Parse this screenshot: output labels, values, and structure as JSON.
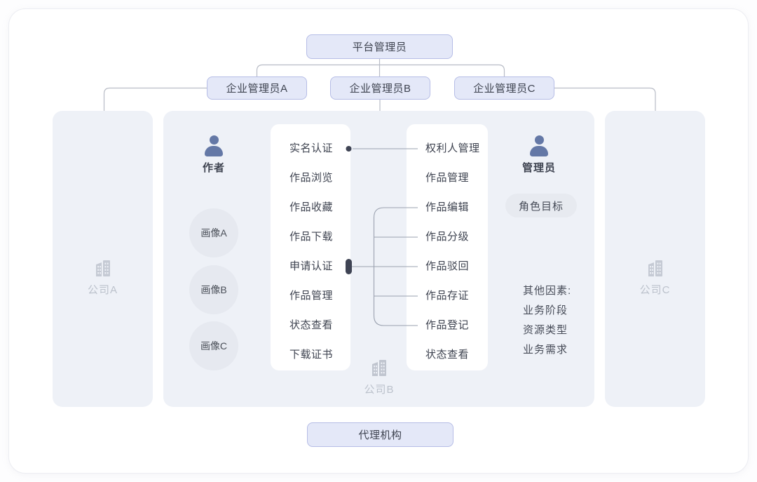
{
  "diagram": {
    "root_node": "平台管理员",
    "admin_nodes": [
      "企业管理员A",
      "企业管理员B",
      "企业管理员C"
    ],
    "agency_node": "代理机构",
    "companies": {
      "a": "公司A",
      "b": "公司B",
      "c": "公司C"
    },
    "roles": {
      "author": "作者",
      "manager": "管理员"
    },
    "role_badge": "角色目标",
    "portraits": [
      "画像A",
      "画像B",
      "画像C"
    ],
    "author_actions": [
      "实名认证",
      "作品浏览",
      "作品收藏",
      "作品下载",
      "申请认证",
      "作品管理",
      "状态查看",
      "下载证书"
    ],
    "manager_actions": [
      "权利人管理",
      "作品管理",
      "作品编辑",
      "作品分级",
      "作品驳回",
      "作品存证",
      "作品登记",
      "状态查看"
    ],
    "other_factors": {
      "title": "其他因素:",
      "items": [
        "业务阶段",
        "资源类型",
        "业务需求"
      ]
    },
    "icons": [
      "person-icon",
      "building-icon",
      "dot-marker",
      "capsule-marker"
    ],
    "colors": {
      "node_fill": "#e4e8f8",
      "node_border": "#b6bde6",
      "panel_fill": "#eef1f7",
      "card_fill": "#ffffff",
      "person_icon": "#6478a6",
      "building_icon": "#c2c7d1",
      "tree_line": "#b8bcc6",
      "map_line": "#9aa1af",
      "marker": "#3f4454",
      "badge_fill": "#e7eaf0",
      "circle_fill": "#e6e9f0",
      "text_dark": "#3e4350",
      "text_muted": "#bcc2cc"
    }
  }
}
